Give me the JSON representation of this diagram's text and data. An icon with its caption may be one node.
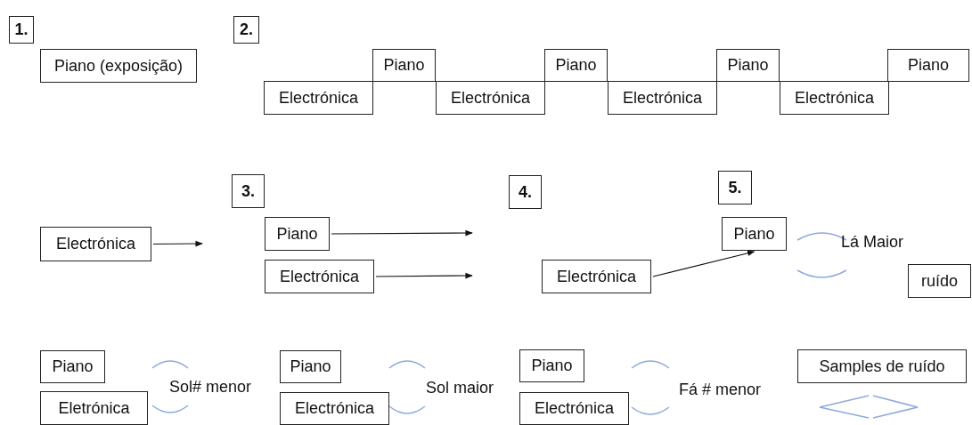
{
  "diagram": {
    "nodes": [
      {
        "text": [
          "1."
        ]
      },
      {
        "text": [
          "2."
        ]
      },
      {
        "text": [
          "Piano (exposição)"
        ]
      },
      {
        "text": [
          "Piano"
        ]
      },
      {
        "text": [
          "Piano"
        ]
      },
      {
        "text": [
          "Piano"
        ]
      },
      {
        "text": [
          "Piano"
        ]
      },
      {
        "text": [
          "Electrónica"
        ]
      },
      {
        "text": [
          "Electrónica"
        ]
      },
      {
        "text": [
          "Electrónica"
        ]
      },
      {
        "text": [
          "Electrónica"
        ]
      },
      {
        "text": [
          "3."
        ]
      },
      {
        "text": [
          "4."
        ]
      },
      {
        "text": [
          "5."
        ]
      },
      {
        "text": [
          "Piano"
        ]
      },
      {
        "text": [
          "Piano"
        ]
      },
      {
        "text": [
          "Electrónica"
        ]
      },
      {
        "text": [
          "Electrónica"
        ]
      },
      {
        "text": [
          "Electrónica"
        ]
      },
      {
        "text": [
          "ruído"
        ]
      },
      {
        "text": [
          "Piano"
        ]
      },
      {
        "text": [
          "Piano"
        ]
      },
      {
        "text": [
          "Piano"
        ]
      },
      {
        "text": [
          "Samples de ruído"
        ]
      },
      {
        "text": [
          "Eletrónica"
        ]
      },
      {
        "text": [
          "Electrónica"
        ]
      },
      {
        "text": [
          "Electrónica"
        ]
      }
    ],
    "edges": [
      {
        "from": 16,
        "to": null,
        "arrow": "to"
      },
      {
        "from": 14,
        "to": null,
        "arrow": "to"
      },
      {
        "from": 17,
        "to": null,
        "arrow": "to"
      },
      {
        "from": 18,
        "to": 15,
        "arrow": "to"
      }
    ],
    "labels": [
      "Lá Maior",
      "Sol# menor",
      "Sol maior",
      "Fá # menor"
    ]
  }
}
